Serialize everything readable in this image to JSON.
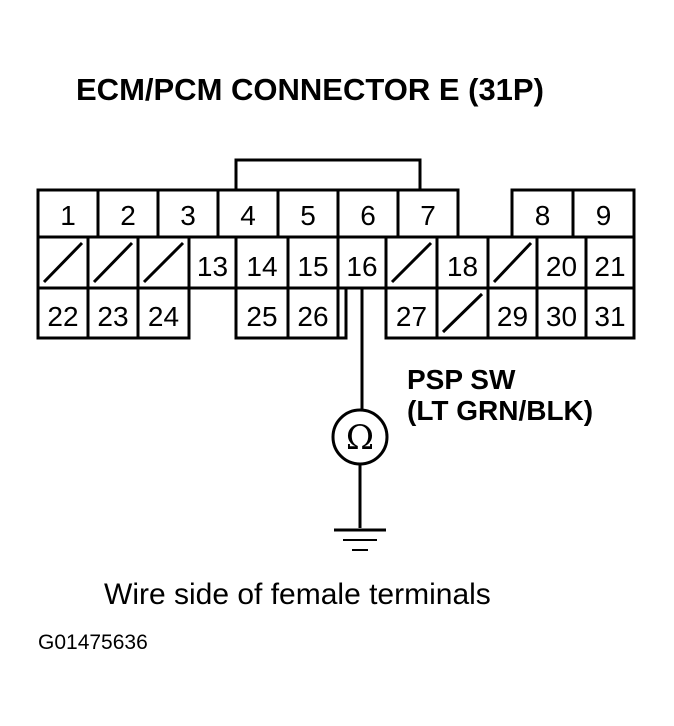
{
  "title": "ECM/PCM CONNECTOR E (31P)",
  "connector": {
    "row1": [
      {
        "id": "1",
        "label": "1"
      },
      {
        "id": "2",
        "label": "2"
      },
      {
        "id": "3",
        "label": "3"
      },
      {
        "id": "4",
        "label": "4"
      },
      {
        "id": "5",
        "label": "5"
      },
      {
        "id": "6",
        "label": "6"
      },
      {
        "id": "7",
        "label": "7"
      },
      {
        "id": "8",
        "label": "8"
      },
      {
        "id": "9",
        "label": "9"
      }
    ],
    "row2": [
      {
        "id": "blank-1",
        "label": ""
      },
      {
        "id": "blank-2",
        "label": ""
      },
      {
        "id": "blank-3",
        "label": ""
      },
      {
        "id": "13",
        "label": "13"
      },
      {
        "id": "14",
        "label": "14"
      },
      {
        "id": "15",
        "label": "15"
      },
      {
        "id": "16",
        "label": "16"
      },
      {
        "id": "blank-4",
        "label": ""
      },
      {
        "id": "18",
        "label": "18"
      },
      {
        "id": "blank-5",
        "label": ""
      },
      {
        "id": "20",
        "label": "20"
      },
      {
        "id": "21",
        "label": "21"
      }
    ],
    "row3": [
      {
        "id": "22",
        "label": "22"
      },
      {
        "id": "23",
        "label": "23"
      },
      {
        "id": "24",
        "label": "24"
      },
      {
        "id": "25",
        "label": "25"
      },
      {
        "id": "26",
        "label": "26"
      },
      {
        "id": "27",
        "label": "27"
      },
      {
        "id": "blank-6",
        "label": ""
      },
      {
        "id": "29",
        "label": "29"
      },
      {
        "id": "30",
        "label": "30"
      },
      {
        "id": "31",
        "label": "31"
      }
    ]
  },
  "probe_terminal": "16",
  "switch_label": {
    "line1": "PSP SW",
    "line2": "(LT GRN/BLK)"
  },
  "meter_symbol": "Ω",
  "caption": "Wire side of female terminals",
  "figure_code": "G01475636"
}
